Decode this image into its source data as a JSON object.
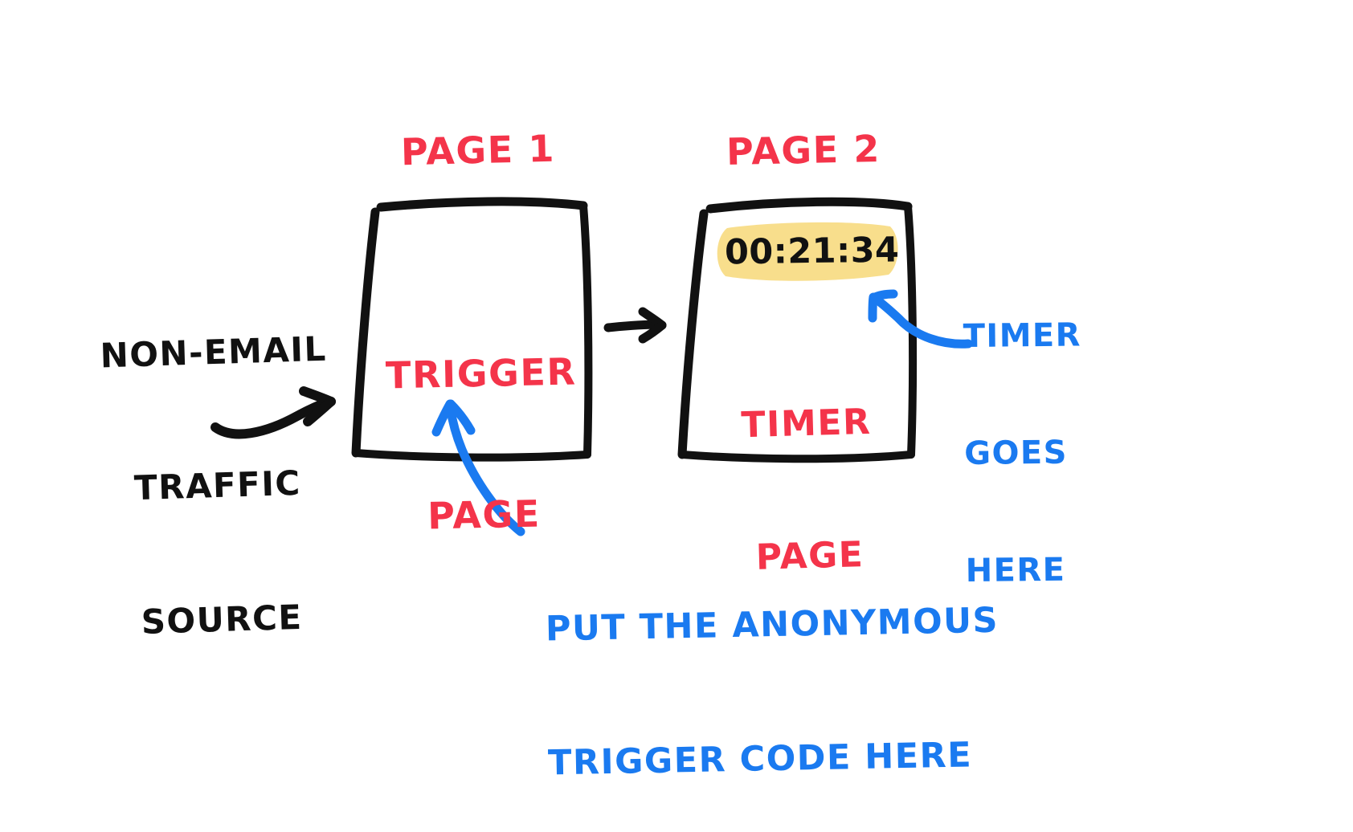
{
  "diagram": {
    "title_left": "PAGE 1",
    "title_right": "PAGE 2",
    "source_label_lines": [
      "NON-EMAIL",
      "TRAFFIC",
      "SOURCE"
    ],
    "page1_body_lines": [
      "TRIGGER",
      "PAGE"
    ],
    "page2_body_lines": [
      "TIMER",
      "PAGE"
    ],
    "timer_value": "00:21:34",
    "timer_note_lines": [
      "TIMER",
      "GOES",
      "HERE"
    ],
    "trigger_note_lines": [
      "PUT THE ANONYMOUS",
      "TRIGGER CODE HERE"
    ],
    "colors": {
      "red": "#F4344A",
      "blue": "#1A7AF0",
      "black": "#111111",
      "highlight_yellow": "#F8DE8C",
      "background": "#FFFFFF"
    },
    "icons": {
      "flow_arrow": "arrow-right-icon",
      "source_arrow": "curved-arrow-right-icon",
      "trigger_pointer": "curved-arrow-up-icon",
      "timer_pointer": "curved-arrow-left-icon"
    }
  }
}
